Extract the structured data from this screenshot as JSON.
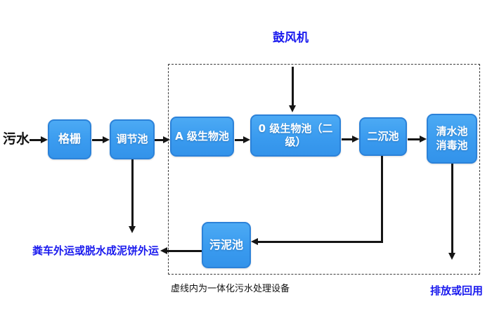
{
  "diagram": {
    "influent_label": "污水",
    "blower_label": "鼓风机",
    "nodes": [
      {
        "id": "grille",
        "label": "格栅"
      },
      {
        "id": "regulating-tank",
        "label": "调节池"
      },
      {
        "id": "a-bio-tank",
        "label": "A 级生物池"
      },
      {
        "id": "o-bio-tank",
        "label": "0 级生物池（二级）"
      },
      {
        "id": "secondary-sedimentation-tank",
        "label": "二沉池"
      },
      {
        "id": "clear-water-tank",
        "label_line1": "清水池",
        "label_line2": "消毒池"
      },
      {
        "id": "sludge-tank",
        "label": "污泥池"
      }
    ],
    "sludge_disposal_label": "粪车外运或脱水成泥饼外运",
    "discharge_label": "排放或回用",
    "caption": "虚线内为一体化污水处理设备",
    "colors": {
      "box_fill": "#3f9ff0",
      "box_border": "#2c82d9",
      "box_text": "#ffffff",
      "accent_text": "#1a1aee",
      "line": "#151515"
    }
  }
}
